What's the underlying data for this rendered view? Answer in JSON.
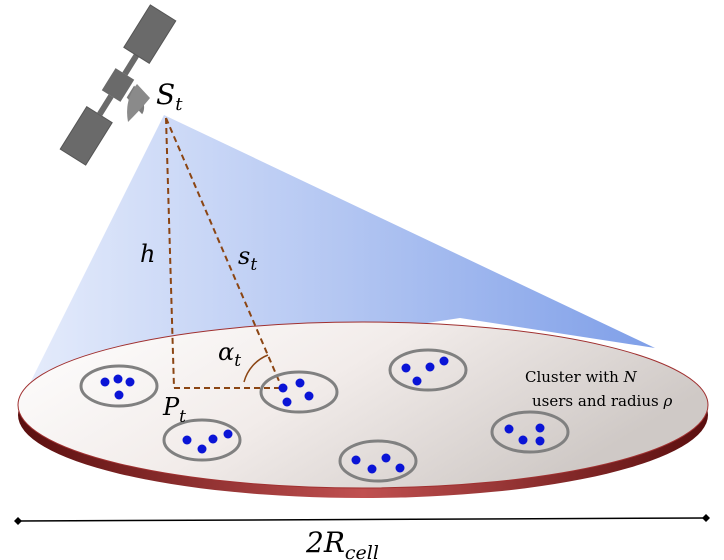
{
  "satellite": {
    "label_main": "S",
    "label_sub": "t",
    "icon": "satellite-icon"
  },
  "labels": {
    "height": "h",
    "slant_main": "s",
    "slant_sub": "t",
    "angle_main": "α",
    "angle_sub": "t",
    "point_main": "P",
    "point_sub": "t",
    "width_main": "2R",
    "width_sub": "cell"
  },
  "cluster_note": {
    "line1_prefix": "Cluster with ",
    "line1_var": "N",
    "line2_prefix": "users and radius ",
    "line2_var": "ρ"
  },
  "colors": {
    "beam": "#7f9fe8",
    "disk_rim": "#8b1a1a",
    "cluster_ring": "#808080",
    "user_dot": "#0a14d6",
    "dashed_line": "#8b4513"
  }
}
